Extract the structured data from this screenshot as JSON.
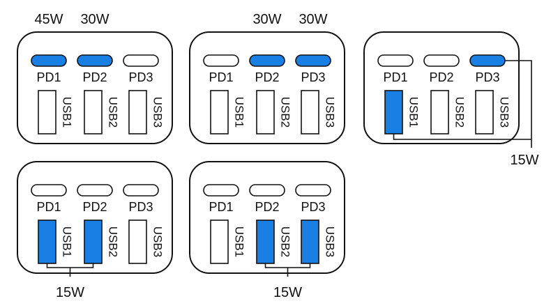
{
  "colors": {
    "active": "#1a7fe3",
    "inactive": "#ffffff",
    "stroke": "#111111",
    "background": "#ffffff"
  },
  "chargers": [
    {
      "ports": {
        "pd": [
          {
            "label": "PD1",
            "active": true
          },
          {
            "label": "PD2",
            "active": true
          },
          {
            "label": "PD3",
            "active": false
          }
        ],
        "usb": [
          {
            "label": "USB1",
            "active": false
          },
          {
            "label": "USB2",
            "active": false
          },
          {
            "label": "USB3",
            "active": false
          }
        ]
      },
      "power": [
        {
          "port": "PD1",
          "text": "45W"
        },
        {
          "port": "PD2",
          "text": "30W"
        }
      ]
    },
    {
      "ports": {
        "pd": [
          {
            "label": "PD1",
            "active": false
          },
          {
            "label": "PD2",
            "active": true
          },
          {
            "label": "PD3",
            "active": true
          }
        ],
        "usb": [
          {
            "label": "USB1",
            "active": false
          },
          {
            "label": "USB2",
            "active": false
          },
          {
            "label": "USB3",
            "active": false
          }
        ]
      },
      "power": [
        {
          "port": "PD2",
          "text": "30W"
        },
        {
          "port": "PD3",
          "text": "30W"
        }
      ]
    },
    {
      "ports": {
        "pd": [
          {
            "label": "PD1",
            "active": false
          },
          {
            "label": "PD2",
            "active": false
          },
          {
            "label": "PD3",
            "active": true
          }
        ],
        "usb": [
          {
            "label": "USB1",
            "active": true
          },
          {
            "label": "USB2",
            "active": false
          },
          {
            "label": "USB3",
            "active": false
          }
        ]
      },
      "shared": {
        "ports": [
          "PD3",
          "USB1"
        ],
        "text": "15W"
      }
    },
    {
      "ports": {
        "pd": [
          {
            "label": "PD1",
            "active": false
          },
          {
            "label": "PD2",
            "active": false
          },
          {
            "label": "PD3",
            "active": false
          }
        ],
        "usb": [
          {
            "label": "USB1",
            "active": true
          },
          {
            "label": "USB2",
            "active": true
          },
          {
            "label": "USB3",
            "active": false
          }
        ]
      },
      "shared": {
        "ports": [
          "USB1",
          "USB2"
        ],
        "text": "15W"
      }
    },
    {
      "ports": {
        "pd": [
          {
            "label": "PD1",
            "active": false
          },
          {
            "label": "PD2",
            "active": false
          },
          {
            "label": "PD3",
            "active": false
          }
        ],
        "usb": [
          {
            "label": "USB1",
            "active": false
          },
          {
            "label": "USB2",
            "active": true
          },
          {
            "label": "USB3",
            "active": true
          }
        ]
      },
      "shared": {
        "ports": [
          "USB2",
          "USB3"
        ],
        "text": "15W"
      }
    }
  ]
}
